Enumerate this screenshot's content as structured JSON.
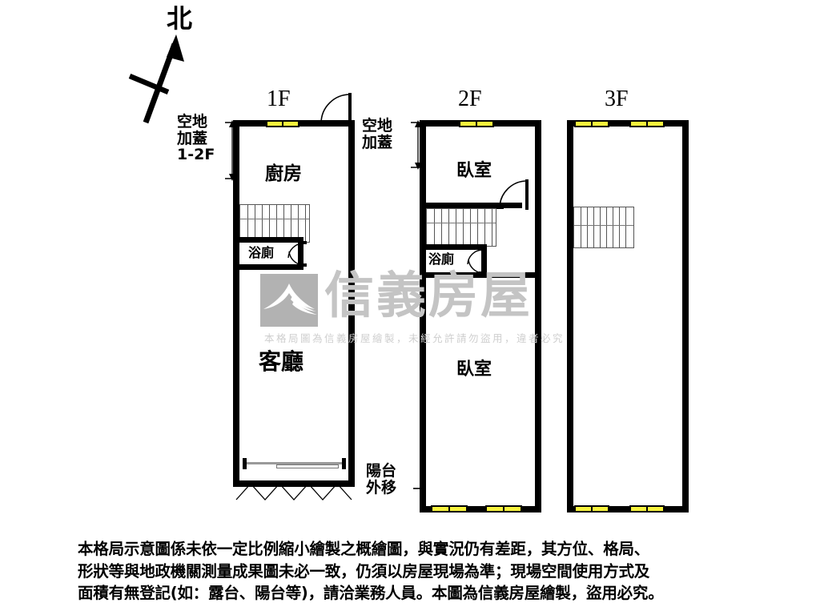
{
  "compass": {
    "label": "北",
    "icon": "north-arrow-icon"
  },
  "floors": [
    {
      "id": "1f",
      "title": "1F",
      "rooms": [
        {
          "name": "kitchen",
          "label": "廚房"
        },
        {
          "name": "bathroom",
          "label": "浴廁"
        },
        {
          "name": "living-room",
          "label": "客廳"
        }
      ],
      "annotation": "空地\n加蓋\n1-2F"
    },
    {
      "id": "2f",
      "title": "2F",
      "rooms": [
        {
          "name": "bedroom-upper",
          "label": "臥室"
        },
        {
          "name": "bathroom",
          "label": "浴廁"
        },
        {
          "name": "bedroom-lower",
          "label": "臥室"
        }
      ],
      "annotation": "空地\n加蓋",
      "balcony_note": "陽台\n外移"
    },
    {
      "id": "3f",
      "title": "3F",
      "rooms": [],
      "annotation": ""
    }
  ],
  "watermark": {
    "brand": "信義房屋",
    "subtext": "本格局圖為信義房屋繪製，未經允許請勿盜用，違者必究",
    "logo_color": "#b2b2b2",
    "text_color": "#c4c4c4"
  },
  "disclaimer": {
    "line1": "本格局示意圖係未依一定比例縮小繪製之概繪圖，與實況仍有差距，其方位、格局、",
    "line2": "形狀等與地政機關測量成果圖未必一致，仍須以房屋現場為準；現場空間使用方式及",
    "line3": "面積有無登記(如：露台、陽台等)，請洽業務人員。本圖為信義房屋繪製，盜用必究。"
  },
  "colors": {
    "wall": "#000000",
    "window": "#f5f13c",
    "background": "#ffffff",
    "stair_line": "#555555"
  }
}
